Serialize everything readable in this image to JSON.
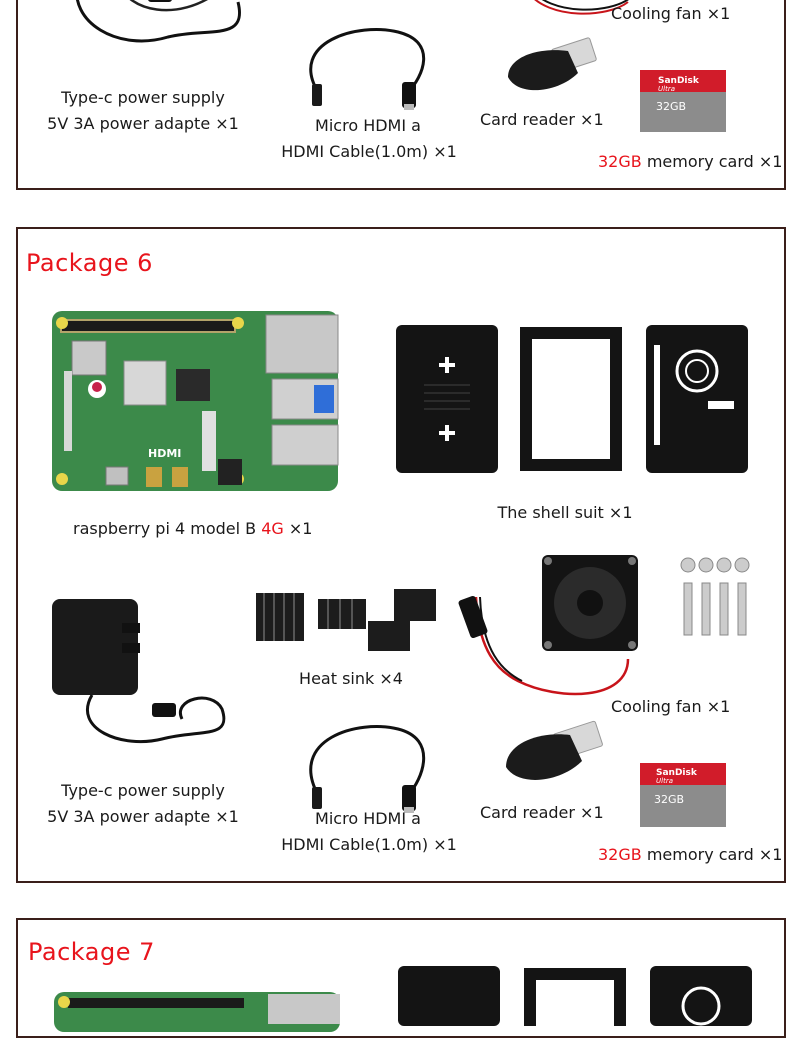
{
  "packages": [
    {
      "labels": {
        "cooling_fan": "Cooling fan ×1",
        "power_line1": "Type-c power supply",
        "power_line2": "5V 3A power adapte ×1",
        "hdmi_line1": "Micro HDMI a",
        "hdmi_line2": "HDMI Cable(1.0m) ×1",
        "card_reader": "Card reader ×1",
        "memory_red": "32GB",
        "memory_rest": " memory card ×1"
      }
    },
    {
      "title": "Package 6",
      "labels": {
        "pi_prefix": "raspberry pi 4 model B ",
        "pi_red": "4G",
        "pi_suffix": " ×1",
        "shell": "The shell suit ×1",
        "heat_sink": "Heat sink ×4",
        "cooling_fan": "Cooling fan ×1",
        "power_line1": "Type-c power supply",
        "power_line2": "5V 3A power adapte ×1",
        "hdmi_line1": "Micro HDMI a",
        "hdmi_line2": "HDMI Cable(1.0m) ×1",
        "card_reader": "Card reader ×1",
        "memory_red": "32GB",
        "memory_rest": " memory card ×1"
      }
    },
    {
      "title": "Package 7"
    }
  ],
  "product_marks": {
    "sd_brand": "SanDisk",
    "sd_line": "Ultra",
    "sd_capacity": "32GB",
    "board_port": "HDMI"
  },
  "colors": {
    "accent_red": "#e8141c",
    "border": "#3a1f1a",
    "board_green": "#3c8a4a"
  }
}
